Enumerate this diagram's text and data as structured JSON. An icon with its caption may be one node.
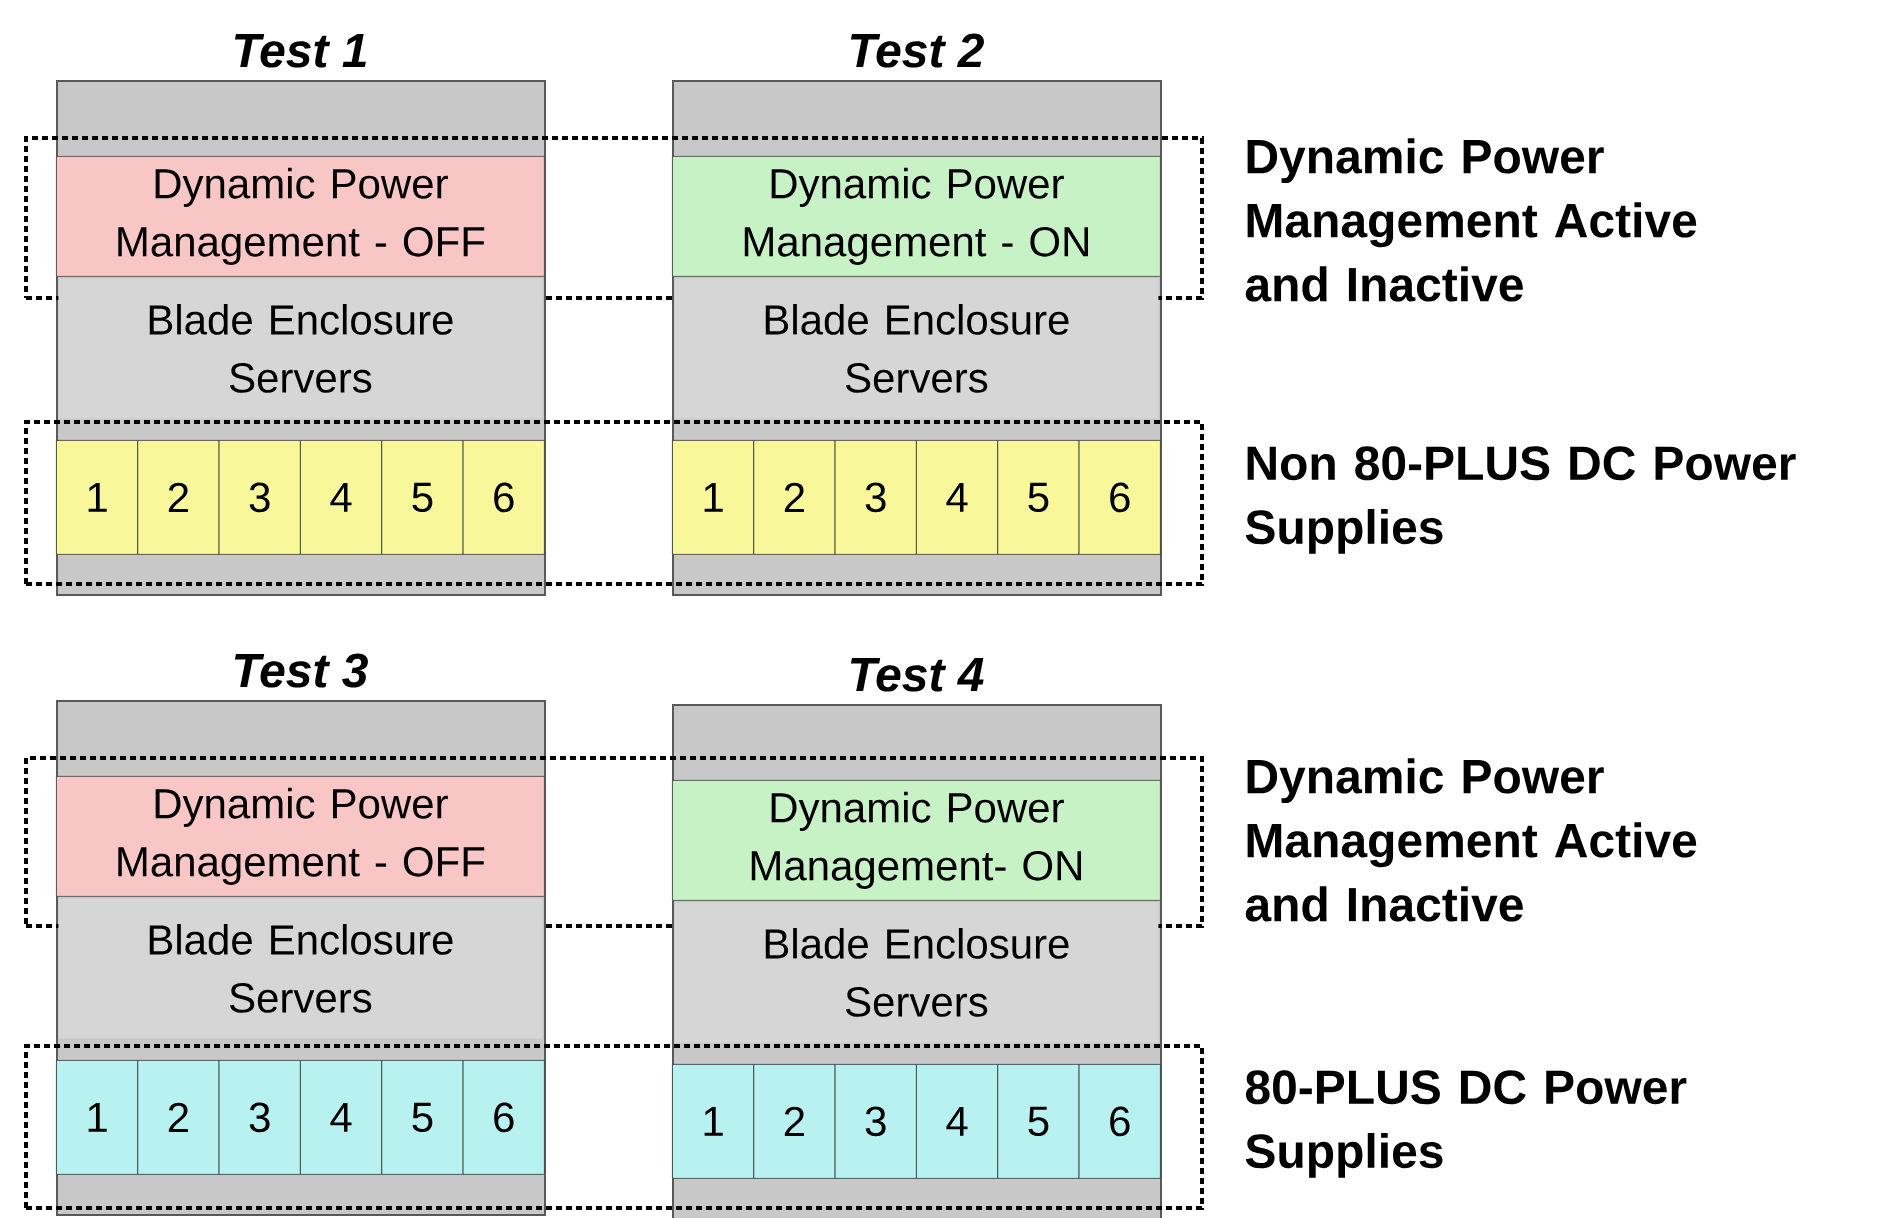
{
  "diagram": {
    "nodes": [
      {
        "text": [
          "Test 1"
        ]
      },
      {
        "text": [
          "Dynamic Power Management - OFF"
        ]
      },
      {
        "text": [
          "Blade Enclosure Servers"
        ],
        "in": 0
      },
      {
        "text": [
          "1"
        ]
      },
      {
        "text": [
          "2"
        ]
      },
      {
        "text": [
          "3"
        ]
      },
      {
        "text": [
          "4"
        ]
      },
      {
        "text": [
          "5"
        ]
      },
      {
        "text": [
          "6"
        ]
      },
      {
        "text": [
          "Test 2"
        ]
      },
      {
        "text": [
          "Dynamic Power Management - ON"
        ]
      },
      {
        "text": [
          "Blade Enclosure Servers"
        ],
        "in": 9
      },
      {
        "text": [
          "1"
        ]
      },
      {
        "text": [
          "2"
        ]
      },
      {
        "text": [
          "3"
        ]
      },
      {
        "text": [
          "4"
        ]
      },
      {
        "text": [
          "5"
        ]
      },
      {
        "text": [
          "6"
        ]
      },
      {
        "text": [
          "Dynamic Power Management Active and Inactive"
        ]
      },
      {
        "text": [
          "Non 80-PLUS DC Power Supplies"
        ]
      },
      {
        "text": [
          "Test 3"
        ]
      },
      {
        "text": [
          "Dynamic Power Management - OFF"
        ]
      },
      {
        "text": [
          "Blade Enclosure Servers"
        ],
        "in": 20
      },
      {
        "text": [
          "1"
        ]
      },
      {
        "text": [
          "2"
        ]
      },
      {
        "text": [
          "3"
        ]
      },
      {
        "text": [
          "4"
        ]
      },
      {
        "text": [
          "5"
        ]
      },
      {
        "text": [
          "6"
        ]
      },
      {
        "text": [
          "Test 4"
        ]
      },
      {
        "text": [
          "Dynamic Power Management- ON"
        ]
      },
      {
        "text": [
          "Blade Enclosure Servers"
        ],
        "in": 29
      },
      {
        "text": [
          "1"
        ]
      },
      {
        "text": [
          "2"
        ]
      },
      {
        "text": [
          "3"
        ]
      },
      {
        "text": [
          "4"
        ]
      },
      {
        "text": [
          "5"
        ]
      },
      {
        "text": [
          "6"
        ]
      },
      {
        "text": [
          "Dynamic Power Management Active and Inactive"
        ]
      },
      {
        "text": [
          "80-PLUS DC Power Supplies"
        ]
      }
    ]
  }
}
